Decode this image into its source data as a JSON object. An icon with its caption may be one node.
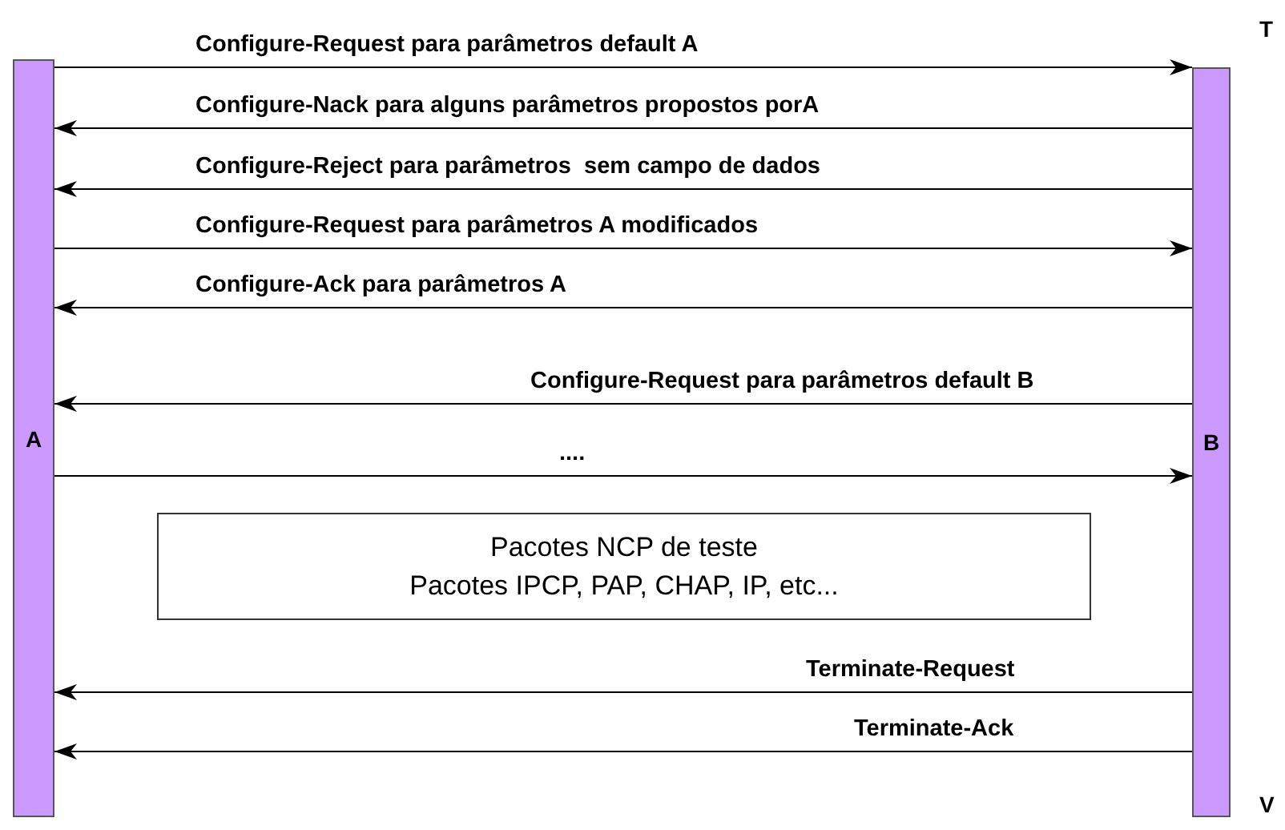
{
  "diagram": {
    "nodes": [
      {
        "text": [
          "A"
        ]
      },
      {
        "text": [
          "B"
        ]
      },
      {
        "text": [
          "Pacotes NCP de teste",
          "Pacotes IPCP, PAP, CHAP, IP, etc..."
        ]
      }
    ],
    "edges": [
      {
        "from": 0,
        "to": 1,
        "arrow": "to",
        "label": "Configure-Request para parâmetros default A"
      },
      {
        "from": 1,
        "to": 0,
        "arrow": "to",
        "label": "Configure-Nack para alguns parâmetros propostos porA"
      },
      {
        "from": 1,
        "to": 0,
        "arrow": "to",
        "label": "Configure-Reject para parâmetros  sem campo de dados"
      },
      {
        "from": 0,
        "to": 1,
        "arrow": "to",
        "label": "Configure-Request para parâmetros A modificados"
      },
      {
        "from": 1,
        "to": 0,
        "arrow": "to",
        "label": "Configure-Ack para parâmetros A"
      },
      {
        "from": 1,
        "to": 0,
        "arrow": "to",
        "label": "Configure-Request para parâmetros default B"
      },
      {
        "from": 0,
        "to": 1,
        "arrow": "to",
        "label": "...."
      },
      {
        "from": 1,
        "to": 0,
        "arrow": "to",
        "label": "Terminate-Request"
      },
      {
        "from": 1,
        "to": 0,
        "arrow": "to",
        "label": "Terminate-Ack"
      }
    ],
    "labels": [
      "T",
      "V"
    ]
  }
}
